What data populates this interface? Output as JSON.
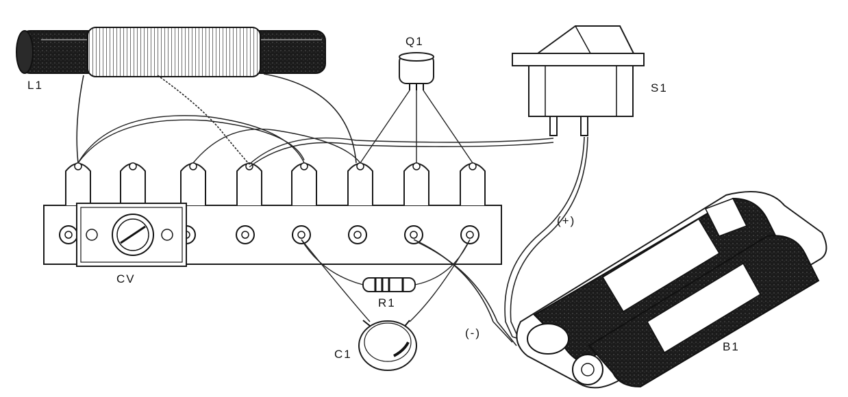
{
  "labels": {
    "l1": "L1",
    "q1": "Q1",
    "s1": "S1",
    "cv": "CV",
    "r1": "R1",
    "c1": "C1",
    "b1": "B1",
    "plus": "(+)",
    "minus": "(-)"
  },
  "colors": {
    "ink": "#1b1b1b",
    "paper": "#ffffff"
  }
}
